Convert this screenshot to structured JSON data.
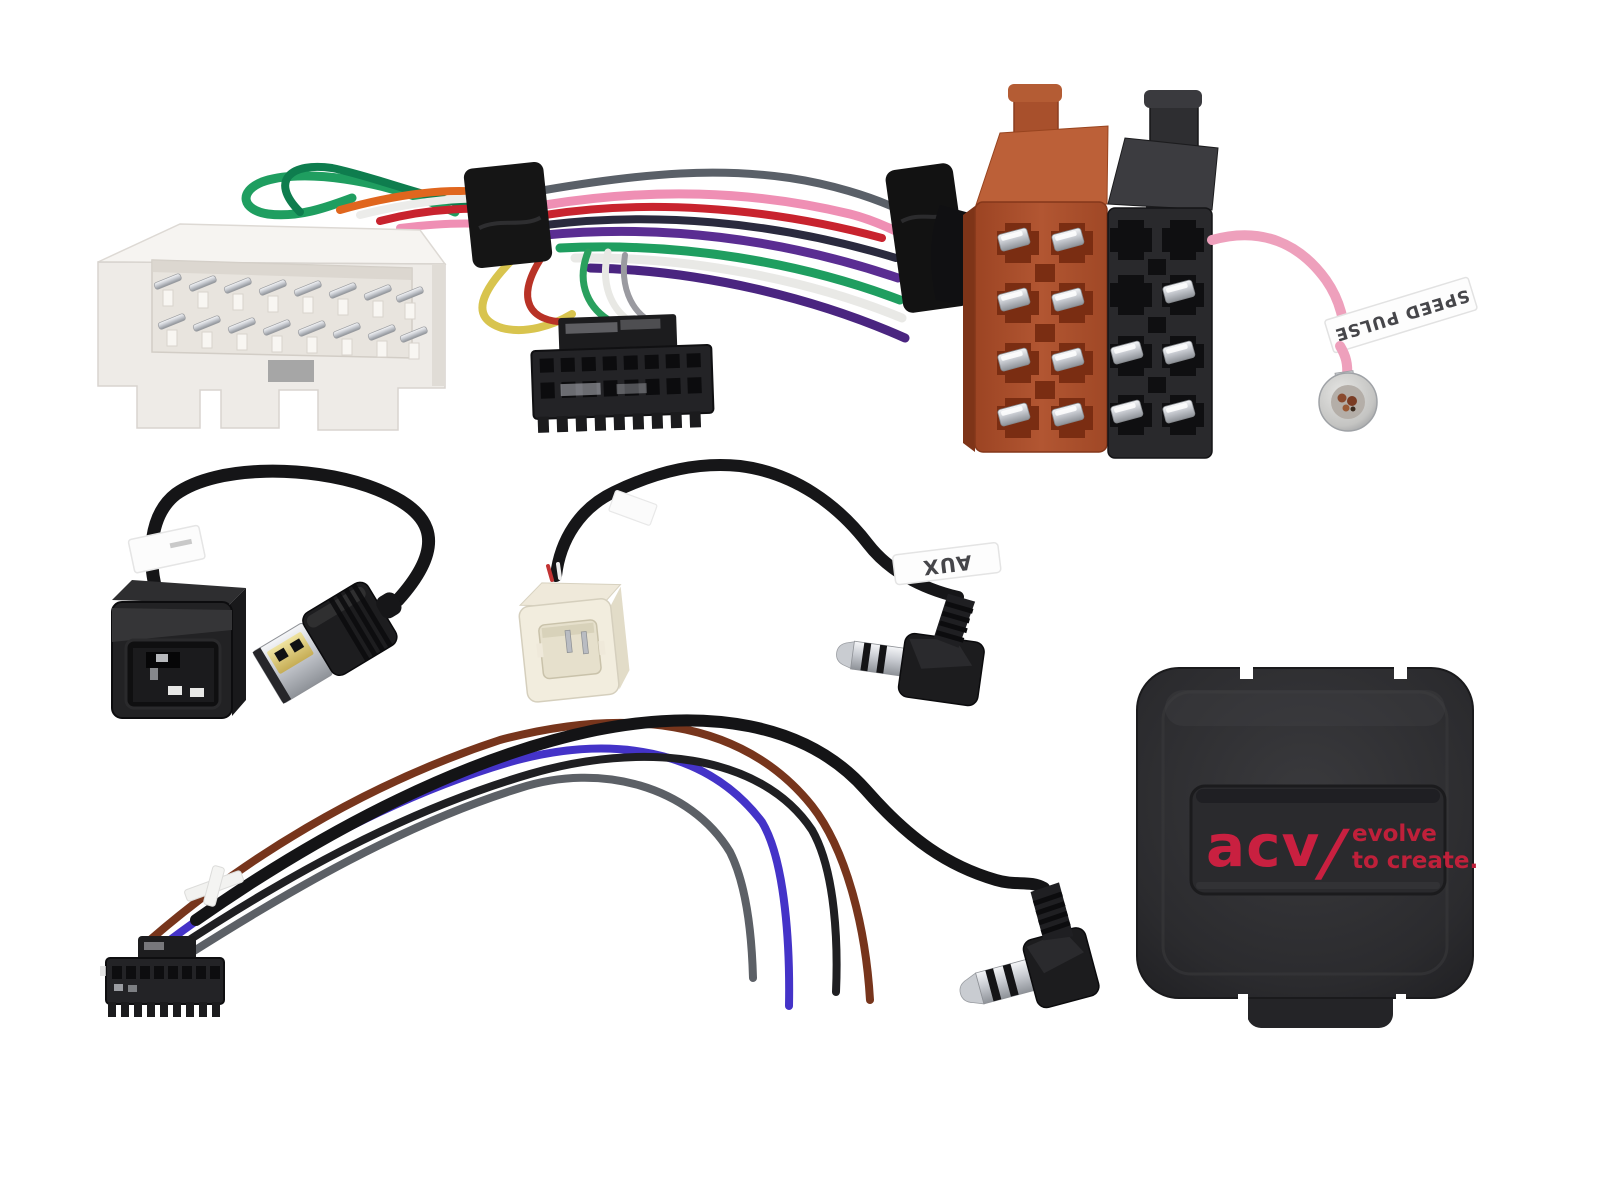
{
  "scene": {
    "background": "#ffffff",
    "subject": "car-audio-adapter-harness-kit"
  },
  "labels": {
    "speed_pulse_flag": "SPEED PULSE",
    "aux_flag": "AUX"
  },
  "acv_module": {
    "brand": "acv",
    "slash": "/",
    "tagline_line1": "evolve",
    "tagline_line2": "to create.",
    "logo_color": "#c92040",
    "body_color": "#2b2b2e"
  },
  "colors": {
    "iso_orange": "#ab4f2a",
    "iso_black": "#29292c",
    "quadlock_white": "#efece8",
    "aux_connector_cream": "#f2edde",
    "speed_pulse_pink": "#eea0bc",
    "usb_gold": "#d8c06a",
    "wire_green": "#1f9e60",
    "wire_pink": "#ef8fb4",
    "wire_red": "#c8232e",
    "wire_purple": "#5a2d92",
    "wire_yellow": "#d8c44e",
    "wire_orange": "#e0661e",
    "wire_blue": "#4433c8",
    "wire_brown": "#77351c",
    "wire_gray": "#5c6066"
  }
}
